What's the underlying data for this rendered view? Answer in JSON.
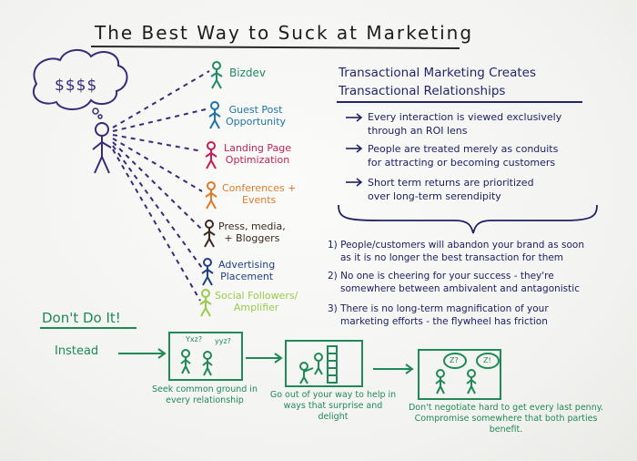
{
  "title": "The Best Way to Suck at Marketing",
  "bubble_text": "$$$$",
  "channels": [
    {
      "label": "Bizdev",
      "color": "#1f8a6a"
    },
    {
      "label": "Guest Post\nOpportunity",
      "color": "#1e74a8"
    },
    {
      "label": "Landing Page\nOptimization",
      "color": "#c41f55"
    },
    {
      "label": "Conferences +\nEvents",
      "color": "#e07a2b"
    },
    {
      "label": "Press, media,\n+ Bloggers",
      "color": "#3b2a22"
    },
    {
      "label": "Advertising\nPlacement",
      "color": "#1f3f8a"
    },
    {
      "label": "Social Followers/\nAmplifier",
      "color": "#9acb4a"
    }
  ],
  "right": {
    "heading": [
      "Transactional Marketing Creates",
      "Transactional Relationships"
    ],
    "bullets": [
      {
        "line1": "Every interaction is viewed exclusively",
        "line2": "through an ROI lens"
      },
      {
        "line1": "People are treated merely as conduits",
        "line2": "for attracting or becoming customers"
      },
      {
        "line1": "Short term returns are prioritized",
        "line2": "over long-term serendipity"
      }
    ],
    "numbered": [
      {
        "line1": "1) People/customers will abandon your brand as soon",
        "line2": "as it is no longer the best transaction for them"
      },
      {
        "line1": "2) No one is cheering for your success - they're",
        "line2": "somewhere between ambivalent and antagonistic"
      },
      {
        "line1": "3) There is no long-term magnification of your",
        "line2": "marketing efforts - the flywheel has friction"
      }
    ]
  },
  "bottom": {
    "dont": "Don't Do It!",
    "instead": "Instead",
    "bubbles1": [
      "Yxz?",
      "yyz?"
    ],
    "bubbles3": [
      "Z?",
      "Z!"
    ],
    "captions": [
      "Seek common ground in every relationship",
      "Go out of your way to help in ways that surprise and delight",
      "Don't negotiate hard to get every last penny. Compromise somewhere that both parties benefit."
    ]
  },
  "colors": {
    "ink_dark": "#1d1d1d",
    "ink_blue": "#22256b",
    "ink_green": "#1f8a56",
    "ink_purple": "#3a2a78"
  }
}
